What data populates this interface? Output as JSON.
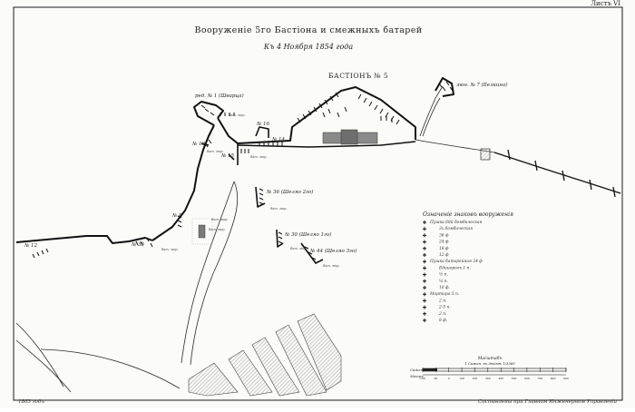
{
  "sheet_label": "Листъ VI",
  "title": "Вооруженiе 5го Бастiона и смежныхъ батарей",
  "subtitle": "Къ 4 Ноября 1854 года",
  "bastion": {
    "label": "БАСТIОНЪ № 5"
  },
  "batteries": {
    "b1": "ред. № 1 (Шварца)",
    "b7": "люн. № 7 (Белкина)",
    "b13": "№ 13",
    "b14": "№ 14",
    "b15": "№ 15",
    "b16": "№ 16",
    "b8": "№ 8",
    "b33": "№ 33",
    "b12": "№ 12",
    "b36": "№ 36 (Шеляо 2го)",
    "b30": "№ 30 (Шеляо 1го)",
    "b44": "№ 44 (Шеляо 3го)"
  },
  "gun_notes": [
    "бат. мор.",
    "бат. мор.",
    "бат. мор.",
    "бат. мор.",
    "бат. мор.",
    "бат. мор.",
    "бат. мор.",
    "бат. мор.",
    "бат. мор."
  ],
  "legend": {
    "title": "Означенiе знаковъ вооруженiя",
    "items": [
      "Пушка 68й бомбическая",
      "3х бомбическая",
      "36 ф",
      "24 ф",
      "18 ф",
      "12 ф",
      "Пушка батарейная 24 ф",
      "Единорогъ 1 п.",
      "½ п.",
      "¼ п.",
      "10 ф.",
      "Мортира 5 п.",
      "2 п.",
      "2-5 п.",
      "2 п.",
      "8 ф."
    ]
  },
  "scale": {
    "title": "Масштабъ",
    "subtitle": "1 Сажен. въ дюймѣ 1/3360",
    "left_label": "Сажень",
    "right_label": "Метръ",
    "ticks": [
      "100",
      "50",
      "0",
      "100",
      "200",
      "300",
      "400",
      "500",
      "600",
      "700",
      "800",
      "900"
    ]
  },
  "footer": {
    "left": "1863 годъ",
    "right": "Составлены при Главном Инженерном Управленiи"
  },
  "colors": {
    "ink": "#1a1a1a",
    "paper": "#fbfbf8",
    "hatch": "#c9c9c9"
  }
}
